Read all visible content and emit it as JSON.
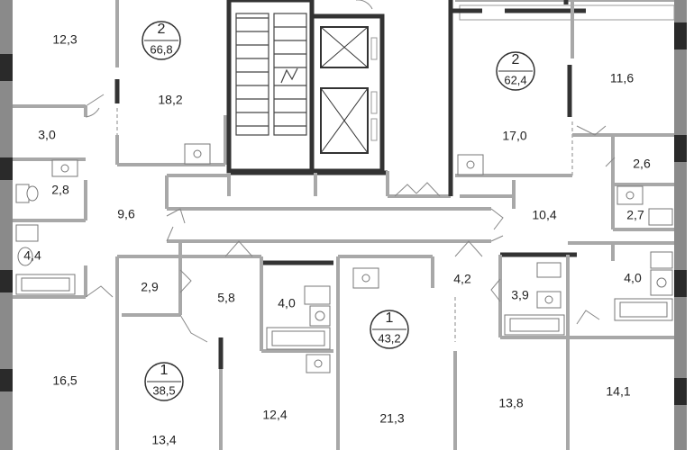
{
  "apartments": [
    {
      "id": "apt-2-left",
      "rooms": "2",
      "area": "66,8"
    },
    {
      "id": "apt-2-right",
      "rooms": "2",
      "area": "62,4"
    },
    {
      "id": "apt-1-center",
      "rooms": "1",
      "area": "43,2"
    },
    {
      "id": "apt-1-left",
      "rooms": "1",
      "area": "38,5"
    }
  ],
  "room_areas": {
    "top_left_room": "12,3",
    "top_left_kitchen": "18,2",
    "top_left_wc": "3,0",
    "top_left_bath": "2,8",
    "left_hall": "9,6",
    "left_bath": "4,4",
    "top_right_room": "11,6",
    "top_right_kitchen": "17,0",
    "top_right_wc": "2,6",
    "top_right_bath": "2,7",
    "right_hall": "10,4",
    "right_bath": "4,0",
    "bottom_left_closet": "2,9",
    "bottom_left_hall": "5,8",
    "bottom_left_bath": "4,0",
    "center_hall": "4,2",
    "center_bath": "3,9",
    "bottom_left_room": "16,5",
    "bottom_left2_room": "13,4",
    "bottom_mid_room": "12,4",
    "center_room": "21,3",
    "center_right_room": "13,8",
    "bottom_right_room": "14,1"
  }
}
